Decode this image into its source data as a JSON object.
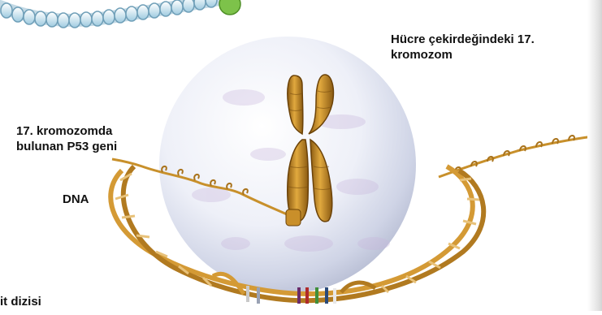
{
  "labels": {
    "nucleus": "Hücre çekirdeğindeki 17. kromozom",
    "p53_line1": "17. kromozomda",
    "p53_line2": "bulunan P53 geni",
    "dna": "DNA",
    "sequence": "it dizisi"
  },
  "colors": {
    "nucleus": "#e9ecf6",
    "chromosome": "#c98f2a",
    "dna": "#c8902b",
    "chromatin_bead": "#bfe0ee",
    "highlight_bead": "#7dc24a"
  },
  "icons": {
    "chromosome": "x-chromosome",
    "dna": "double-helix",
    "chromatin": "bead-chain"
  }
}
